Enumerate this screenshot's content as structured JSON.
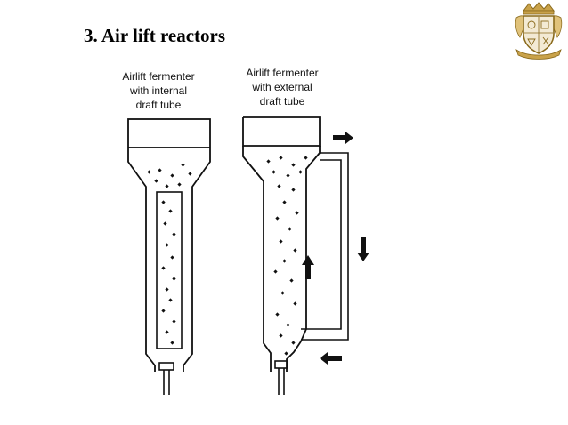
{
  "slide": {
    "title": "3. Air lift reactors"
  },
  "logo": {
    "icon": "crest-icon",
    "colors": {
      "gold": "#c9a24a",
      "dark_gold": "#8a6a1c",
      "shield": "#f3ead4"
    }
  },
  "diagram": {
    "left": {
      "label_lines": [
        "Airlift fermenter",
        "with internal",
        "draft tube"
      ]
    },
    "right": {
      "label_lines": [
        "Airlift fermenter",
        "with external",
        "draft tube"
      ]
    },
    "arrows": [
      "arrow-right-icon",
      "arrow-down-icon",
      "arrow-up-icon",
      "arrow-left-icon"
    ]
  }
}
